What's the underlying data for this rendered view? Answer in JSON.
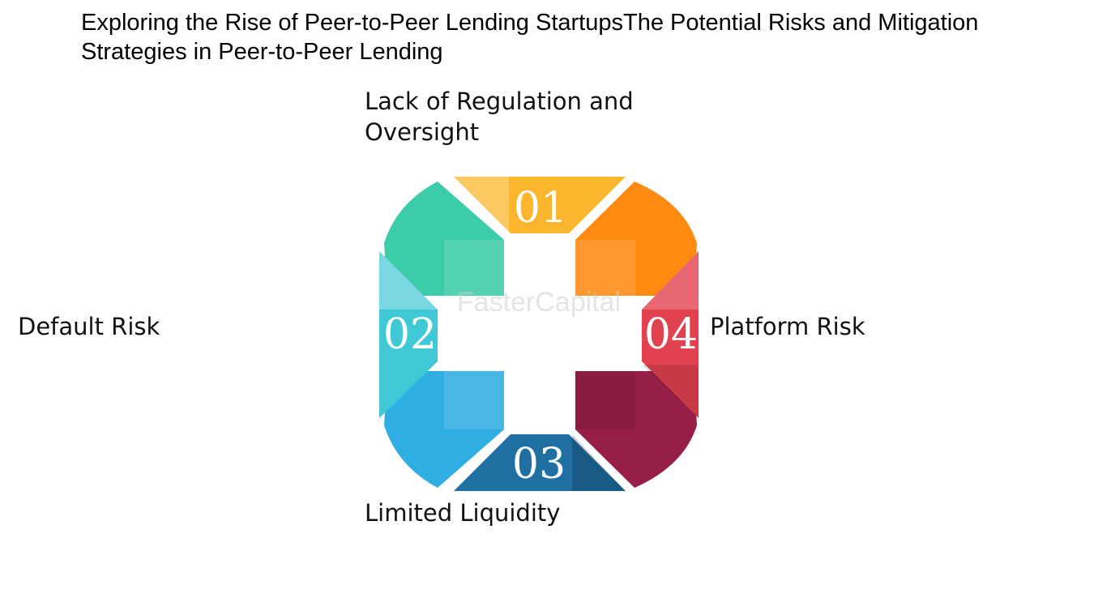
{
  "title": "Exploring the Rise of Peer-to-Peer Lending StartupsThe Potential Risks and Mitigation Strategies in Peer-to-Peer Lending",
  "items": [
    {
      "number": "01",
      "label": "Lack of Regulation and Oversight",
      "color": "#FBB62E"
    },
    {
      "number": "02",
      "label": "Default Risk",
      "color": "#3FC8D6"
    },
    {
      "number": "03",
      "label": "Limited Liquidity",
      "color": "#1F6FA3"
    },
    {
      "number": "04",
      "label": "Platform Risk",
      "color": "#E2424F"
    }
  ],
  "corner_colors": {
    "top_left": "#3DCCA8",
    "top_right": "#FF8A12",
    "bottom_left": "#2FAEE3",
    "bottom_right": "#961E48"
  },
  "watermark": "FasterCapital"
}
